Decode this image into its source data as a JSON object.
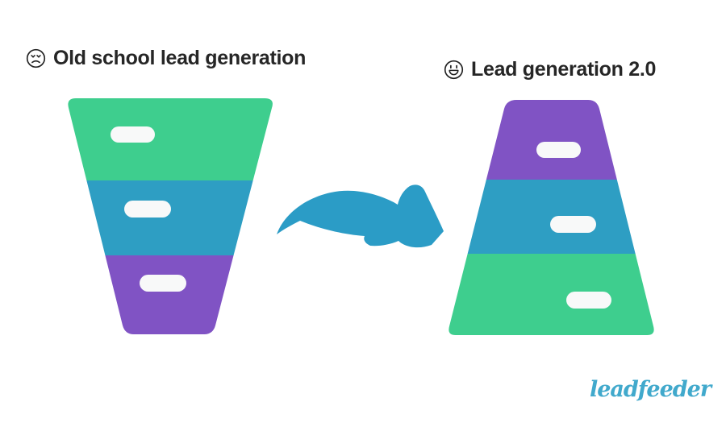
{
  "left_panel": {
    "icon": "sad-face",
    "title": "Old school lead generation",
    "funnel": {
      "shape": "funnel-narrowing-downward",
      "segments": [
        {
          "position": "top",
          "color_name": "green"
        },
        {
          "position": "middle",
          "color_name": "blue"
        },
        {
          "position": "bottom",
          "color_name": "purple"
        }
      ]
    }
  },
  "right_panel": {
    "icon": "happy-face",
    "title": "Lead generation 2.0",
    "funnel": {
      "shape": "pyramid-widening-downward",
      "segments": [
        {
          "position": "top",
          "color_name": "purple"
        },
        {
          "position": "middle",
          "color_name": "blue"
        },
        {
          "position": "bottom",
          "color_name": "green"
        }
      ]
    }
  },
  "arrow": {
    "direction": "left-to-right",
    "style": "curved-swoosh",
    "color": "#2B9CC6"
  },
  "logo": {
    "text": "leadfeeder",
    "color": "#41A9CC"
  },
  "colors": {
    "green": "#3ECE8E",
    "blue": "#2E9EC3",
    "purple": "#8053C4",
    "pill": "#F8F9F9",
    "title_text": "#262626"
  }
}
